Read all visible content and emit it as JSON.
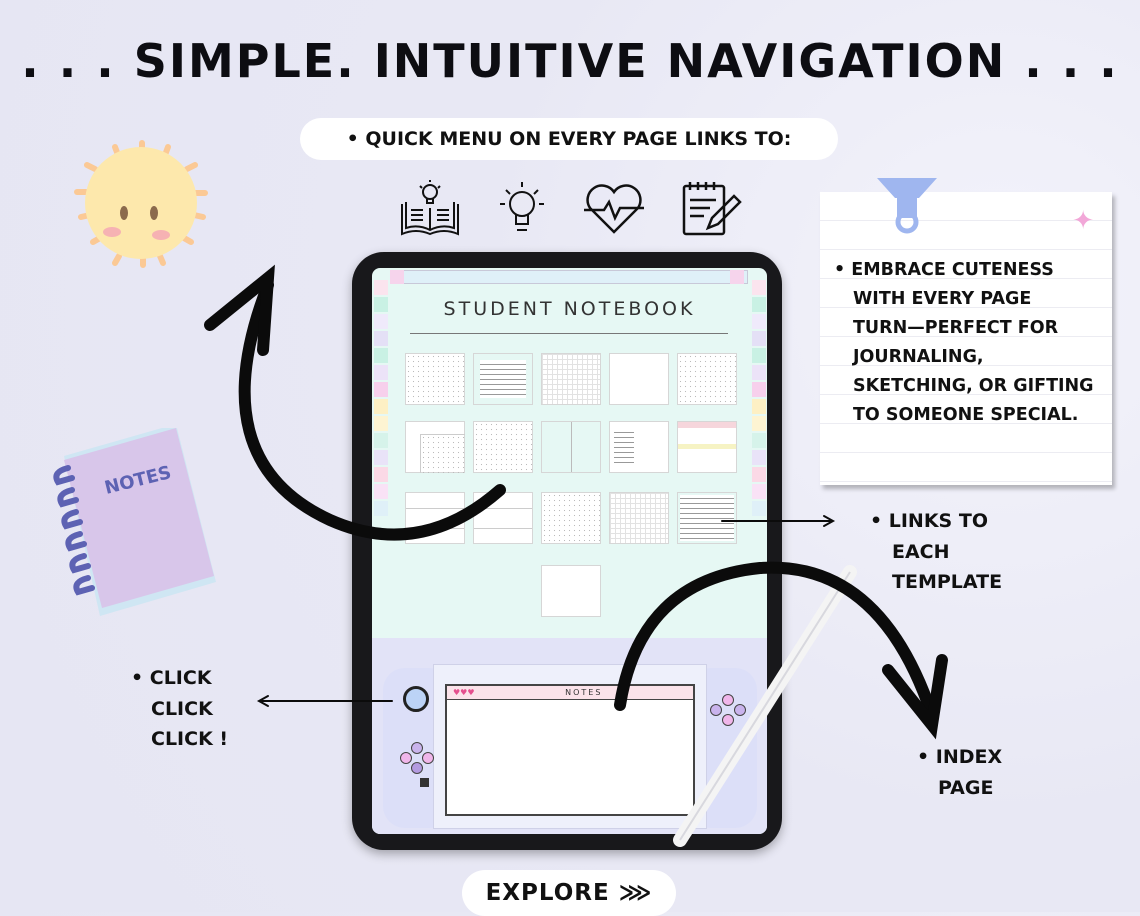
{
  "header": {
    "title": ". . . SIMPLE. INTUITIVE NAVIGATION . . ."
  },
  "quick_menu": {
    "text": "• QUICK MENU ON EVERY PAGE LINKS TO:",
    "icons": [
      "open-book-bulb-icon",
      "lightbulb-icon",
      "heartbeat-icon",
      "notepad-pen-icon"
    ]
  },
  "tablet": {
    "notebook_title": "STUDENT NOTEBOOK",
    "notes_window_title": "NOTES"
  },
  "sticky_note": {
    "lines": [
      "• EMBRACE CUTENESS",
      "WITH EVERY PAGE",
      "TURN—PERFECT FOR",
      "JOURNALING,",
      "SKETCHING, OR GIFTING",
      "TO SOMEONE SPECIAL."
    ]
  },
  "callouts": {
    "links": [
      "• LINKS TO",
      "EACH",
      "TEMPLATE"
    ],
    "click": [
      "• CLICK",
      "CLICK",
      "CLICK !"
    ],
    "index": [
      "• INDEX",
      "PAGE"
    ]
  },
  "decor": {
    "notebook_label": "NOTES"
  },
  "explore": {
    "label": "EXPLORE",
    "arrows": "⋙"
  }
}
